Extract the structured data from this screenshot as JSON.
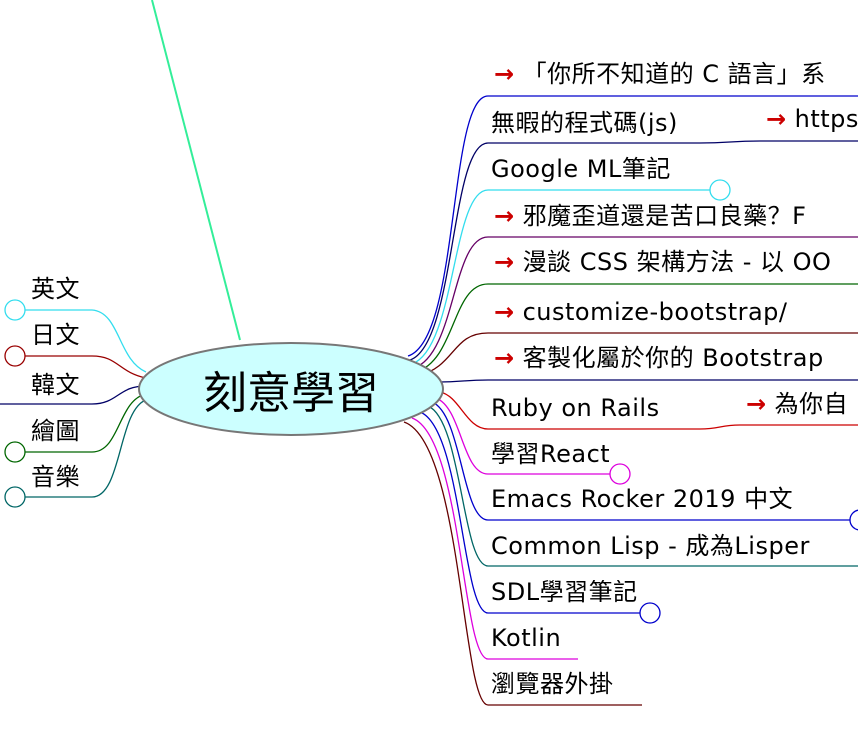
{
  "central": {
    "label": "刻意學習"
  },
  "left_branches": [
    {
      "label": "英文",
      "color": "#33ddee"
    },
    {
      "label": "日文",
      "color": "#990000"
    },
    {
      "label": "韓文",
      "color": "#000066"
    },
    {
      "label": "繪圖",
      "color": "#006600"
    },
    {
      "label": "音樂",
      "color": "#006666"
    }
  ],
  "right_branches": [
    {
      "label": "「你所不知道的 C 語言」系",
      "arrow": "→",
      "color": "#0000cc"
    },
    {
      "label": "無暇的程式碼(js)",
      "color": "#000066"
    },
    {
      "label": "https",
      "arrow": "→",
      "color": "#000066"
    },
    {
      "label": "Google ML筆記",
      "color": "#33ddee"
    },
    {
      "label": "邪魔歪道還是苦口良藥？F",
      "arrow": "→",
      "color": "#660066"
    },
    {
      "label": "漫談 CSS 架構方法 - 以 OO",
      "arrow": "→",
      "color": "#006600"
    },
    {
      "label": "customize-bootstrap/",
      "arrow": "→",
      "color": "#660000"
    },
    {
      "label": "客製化屬於你的 Bootstrap",
      "arrow": "→",
      "color": "#000066"
    },
    {
      "label": "Ruby on Rails",
      "color": "#cc0000"
    },
    {
      "label": "為你自",
      "arrow": "→",
      "color": "#cc0000"
    },
    {
      "label": "學習React",
      "color": "#dd00dd"
    },
    {
      "label": "Emacs Rocker 2019 中文",
      "color": "#0000cc"
    },
    {
      "label": "Common Lisp - 成為Lisper",
      "color": "#006666"
    },
    {
      "label": "SDL學習筆記",
      "color": "#0000cc"
    },
    {
      "label": "Kotlin",
      "color": "#dd00dd"
    },
    {
      "label": "瀏覽器外掛",
      "color": "#660000"
    }
  ],
  "colors": {
    "central_fill": "#ccffff",
    "central_stroke": "#777777",
    "connector_line": "#33ee99",
    "arrow": "#cc0000"
  }
}
